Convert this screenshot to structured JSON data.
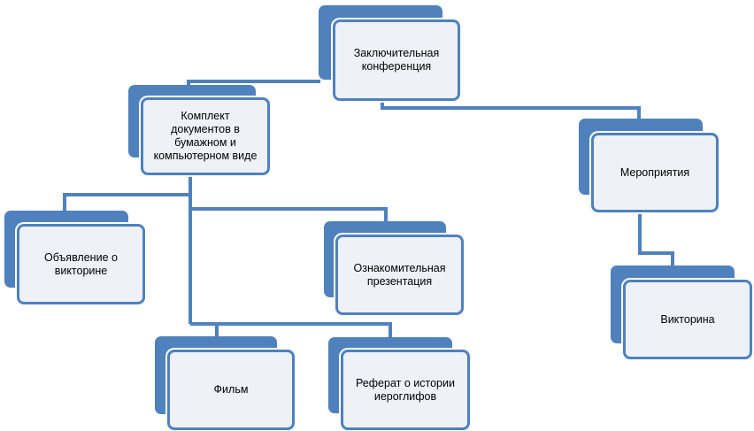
{
  "colors": {
    "accent": "#4f81bd",
    "connector": "#4f81bd",
    "box_fill": "#eef1f8"
  },
  "nodes": {
    "final_conference": "Заключительная\nконференция",
    "document_set": "Комплект\nдокументов в\nбумажном и\nкомпьютерном виде",
    "events": "Мероприятия",
    "quiz_announcement": "Объявление о\nвикторине",
    "intro_presentation": "Ознакомительная\nпрезентация",
    "quiz": "Викторина",
    "film": "Фильм",
    "essay": "Реферат о истории\nиероглифов"
  }
}
